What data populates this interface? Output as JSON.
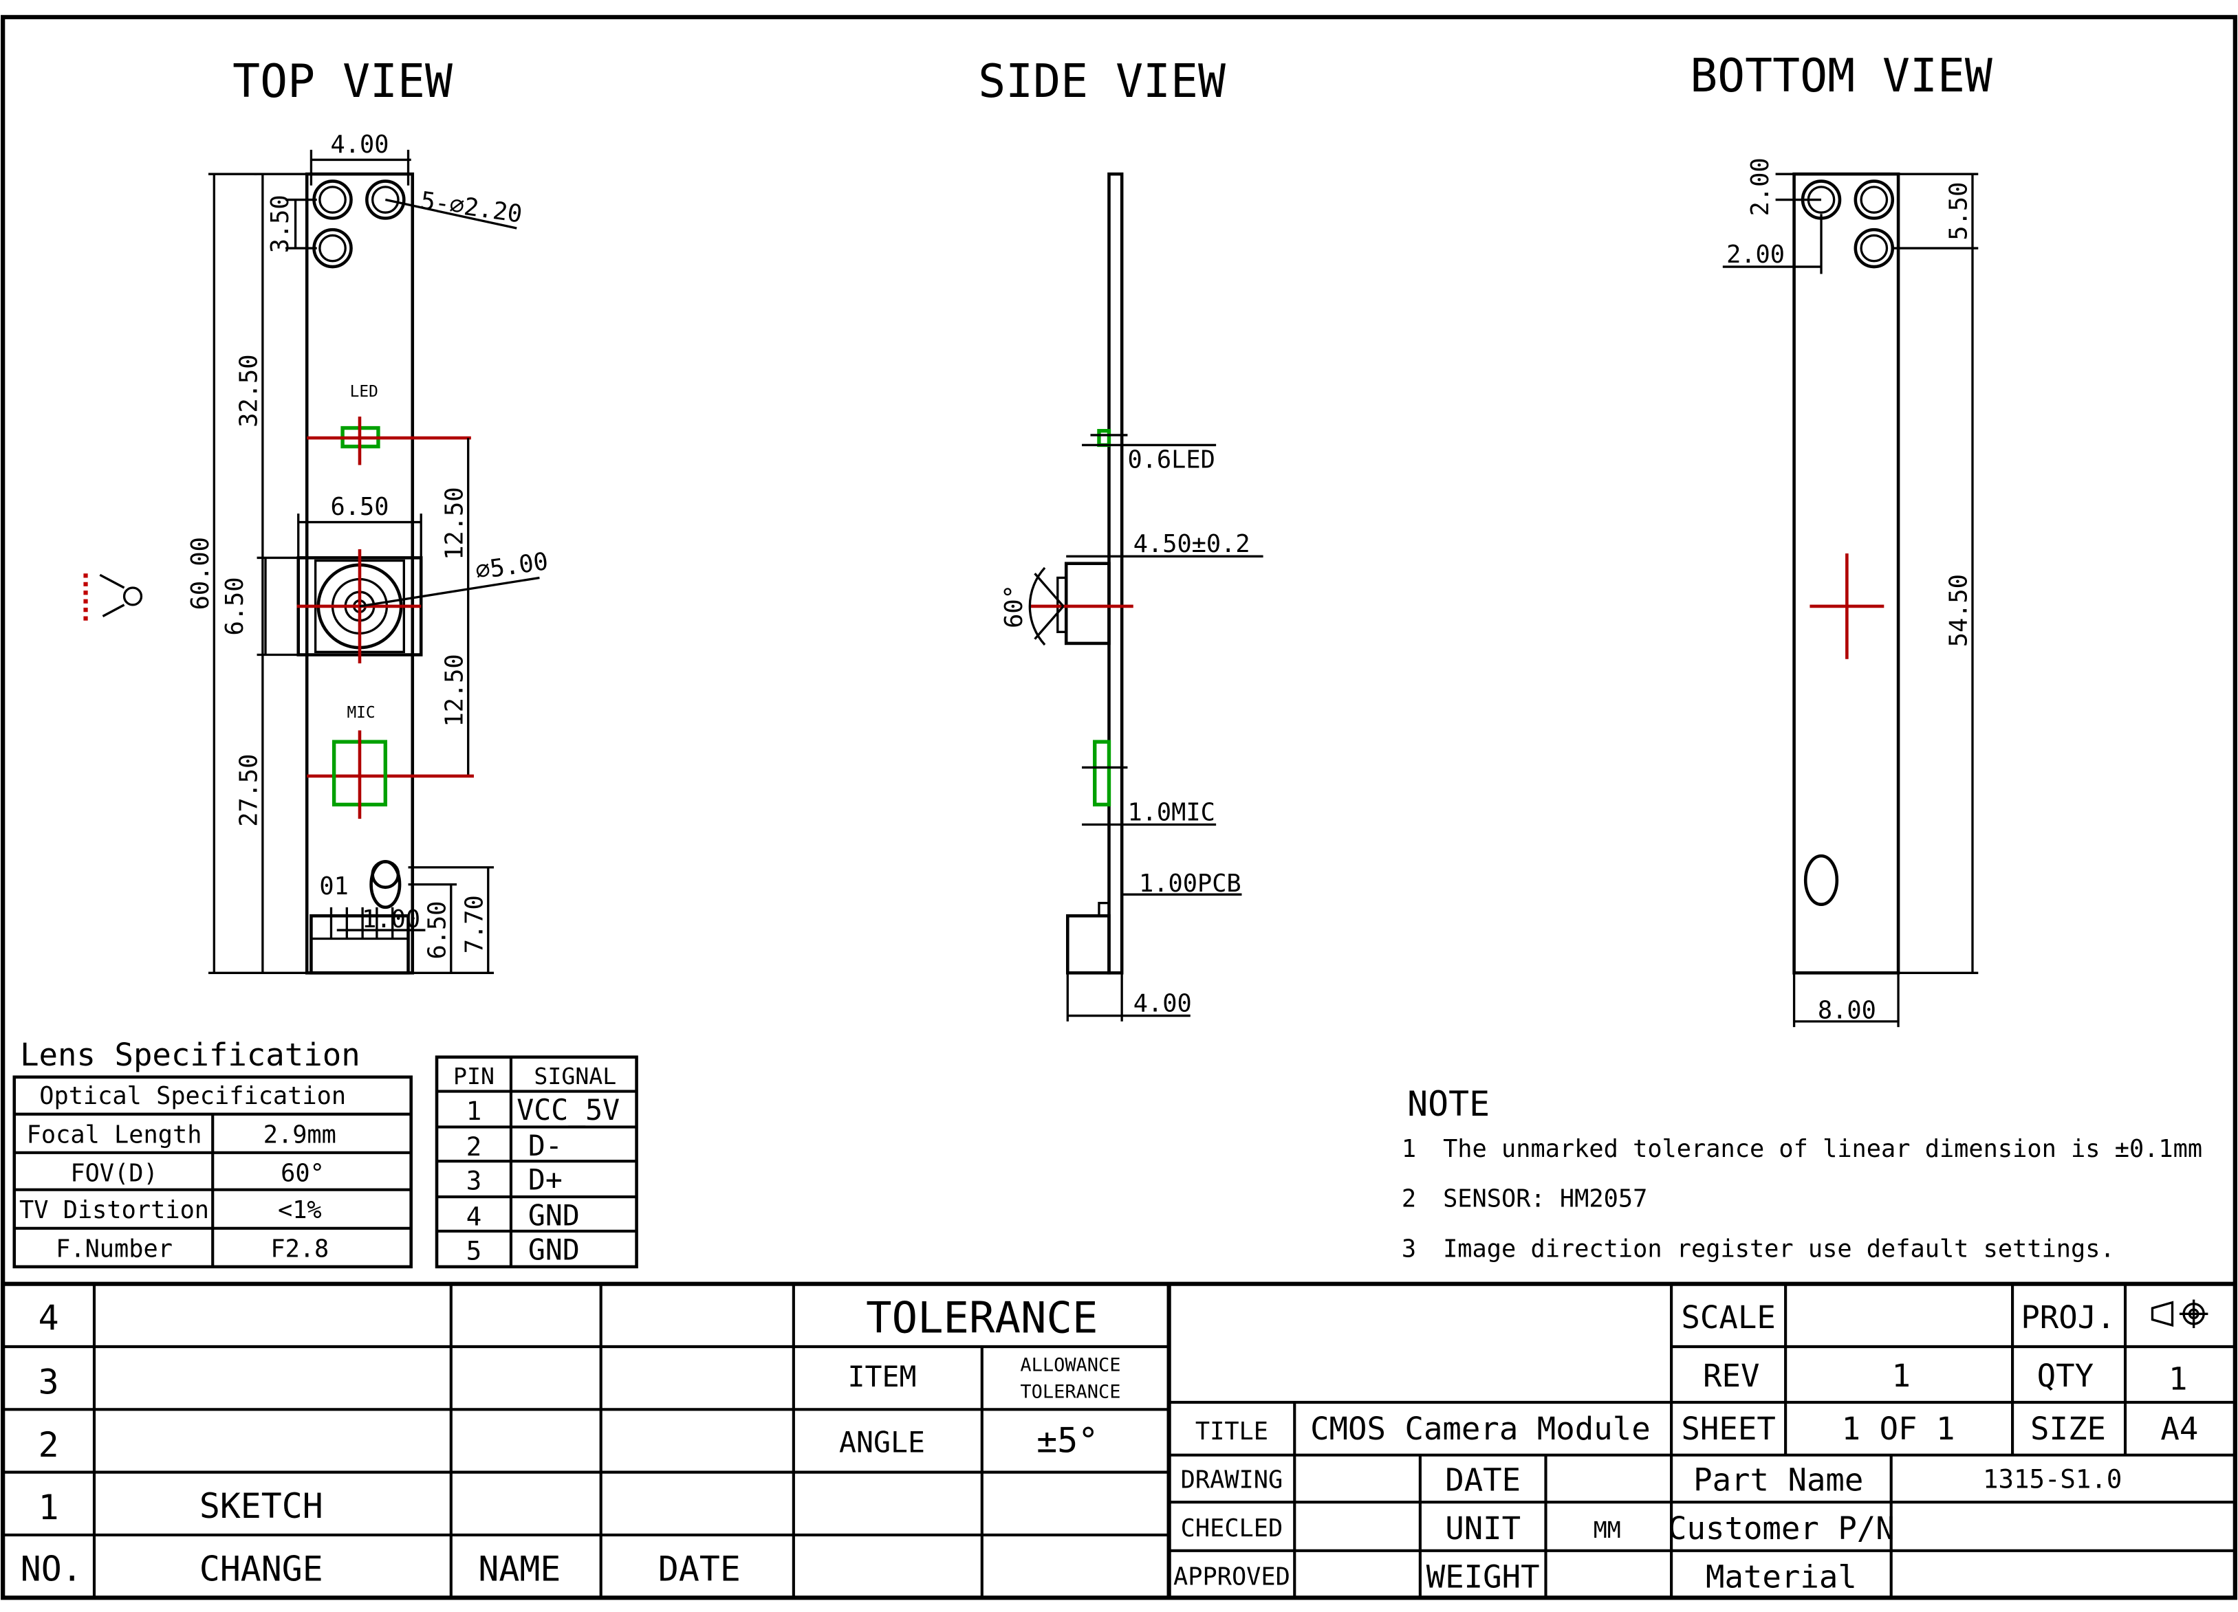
{
  "views": {
    "top": "TOP VIEW",
    "side": "SIDE VIEW",
    "bottom": "BOTTOM VIEW"
  },
  "top_dims": {
    "d_4_00": "4.00",
    "holes": "5-⌀2.20",
    "d_3_50": "3.50",
    "d_32_50": "32.50",
    "led": "LED",
    "d_6_50_w": "6.50",
    "d_12_50_a": "12.50",
    "lens_dia": "⌀5.00",
    "d_60_00": "60.00",
    "d_6_50_h": "6.50",
    "d_12_50_b": "12.50",
    "mic": "MIC",
    "d_27_50": "27.50",
    "pin1": "01",
    "d_1_00": "1.00",
    "d_6_50_c": "6.50",
    "d_7_70": "7.70"
  },
  "side_dims": {
    "led": "0.6LED",
    "lens_h": "4.50±0.2",
    "angle": "60°",
    "mic": "1.0MIC",
    "pcb": "1.00PCB",
    "conn": "4.00"
  },
  "bottom_dims": {
    "d_2_00_v": "2.00",
    "d_2_00_h": "2.00",
    "d_5_50": "5.50",
    "d_54_50": "54.50",
    "d_8_00": "8.00"
  },
  "lens_spec": {
    "title": "Lens Specification",
    "header": "Optical Specification",
    "rows": [
      {
        "label": "Focal Length",
        "value": "2.9mm"
      },
      {
        "label": "FOV(D)",
        "value": "60°"
      },
      {
        "label": "TV Distortion",
        "value": "<1%"
      },
      {
        "label": "F.Number",
        "value": "F2.8"
      }
    ]
  },
  "pins": {
    "head_pin": "PIN",
    "head_signal": "SIGNAL",
    "rows": [
      {
        "pin": "1",
        "signal": "VCC_5V"
      },
      {
        "pin": "2",
        "signal": "D-"
      },
      {
        "pin": "3",
        "signal": "D+"
      },
      {
        "pin": "4",
        "signal": "GND"
      },
      {
        "pin": "5",
        "signal": "GND"
      }
    ]
  },
  "notes": {
    "title": "NOTE",
    "items": [
      {
        "num": "1",
        "text": "The unmarked tolerance of linear dimension is ±0.1mm"
      },
      {
        "num": "2",
        "text": "SENSOR: HM2057"
      },
      {
        "num": "3",
        "text": "Image direction register use default settings."
      }
    ]
  },
  "revisions": {
    "rows": [
      "4",
      "3",
      "2",
      "1"
    ],
    "sketch": "SKETCH",
    "h_no": "NO.",
    "h_change": "CHANGE",
    "h_name": "NAME",
    "h_date": "DATE"
  },
  "tolerance": {
    "title": "TOLERANCE",
    "item": "ITEM",
    "allow1": "ALLOWANCE",
    "allow2": "TOLERANCE",
    "angle": "ANGLE",
    "angle_val": "±5°"
  },
  "title_block": {
    "scale": "SCALE",
    "proj": "PROJ.",
    "rev": "REV",
    "rev_val": "1",
    "qty": "QTY",
    "qty_val": "1",
    "title_label": "TITLE",
    "title_val": "CMOS  Camera Module",
    "sheet": "SHEET",
    "sheet_val": "1  OF  1",
    "size": "SIZE",
    "size_val": "A4",
    "drawing": "DRAWING",
    "date": "DATE",
    "part_name": "Part Name",
    "part_val": "1315-S1.0",
    "checked": "CHECLED",
    "unit": "UNIT",
    "unit_val": "MM",
    "customer": "Customer P/N",
    "approved": "APPROVED",
    "weight": "WEIGHT",
    "material": "Material"
  },
  "colors": {
    "line": "#000000",
    "center_mark": "#b00000",
    "component": "#00a000"
  }
}
